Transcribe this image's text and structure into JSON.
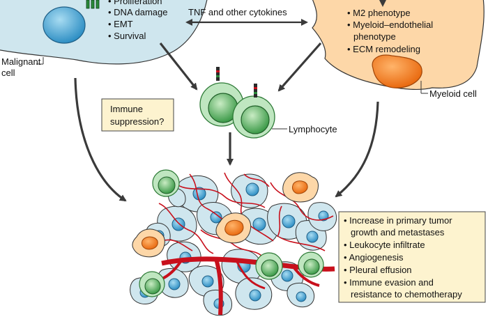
{
  "malignant": {
    "bullets": [
      "Proliferation",
      "DNA damage",
      "EMT",
      "Survival"
    ],
    "label_line1": "Malignant",
    "label_line2": "cell"
  },
  "cytokines": {
    "label": "TNF and other cytokines"
  },
  "myeloid": {
    "bullets": [
      "M2 phenotype",
      "Myeloid–endothelial",
      "phenotype",
      "ECM remodeling"
    ],
    "label": "Myeloid cell"
  },
  "immune_box": {
    "line1": "Immune",
    "line2": "suppression?"
  },
  "lymphocyte": {
    "label": "Lymphocyte"
  },
  "outcomes": {
    "lines": [
      "• Increase in primary tumor",
      "growth and metastases",
      "• Leukocyte infiltrate",
      "• Angiogenesis",
      "• Pleural effusion",
      "• Immune evasion and",
      "resistance to chemotherapy"
    ]
  },
  "colors": {
    "malignant_fill": "#cfe6ee",
    "nucleus_blue": "#3d9fd0",
    "myeloid_fill": "#fdd7a8",
    "myeloid_nucleus": "#f07a18",
    "lymph_green": "#5fbf6a",
    "box_fill": "#fdf3cf",
    "vessel_red": "#c8101c",
    "arrow": "#3a3a3a"
  }
}
